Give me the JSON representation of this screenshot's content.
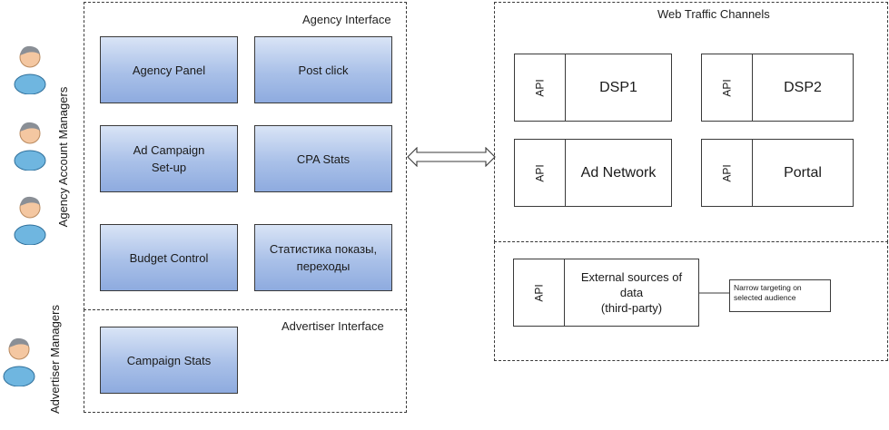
{
  "roles": {
    "agency_account_managers": "Agency Account Managers",
    "advertiser_managers": "Advertiser Managers"
  },
  "agency_interface": {
    "title": "Agency Interface",
    "modules": [
      {
        "label": "Agency Panel"
      },
      {
        "label": "Post click"
      },
      {
        "label": "Ad Campaign\nSet-up"
      },
      {
        "label": "CPA Stats"
      },
      {
        "label": "Budget Control"
      },
      {
        "label": "Статистика показы,\nпереходы"
      }
    ]
  },
  "advertiser_interface": {
    "title": "Advertiser Interface",
    "modules": [
      {
        "label": "Campaign Stats"
      }
    ]
  },
  "web_traffic_channels": {
    "title": "Web Traffic Channels",
    "channels": [
      {
        "api": "API",
        "label": "DSP1"
      },
      {
        "api": "API",
        "label": "DSP2"
      },
      {
        "api": "API",
        "label": "Ad Network"
      },
      {
        "api": "API",
        "label": "Portal"
      }
    ]
  },
  "external_sources": {
    "api": "API",
    "label": "External sources of\ndata\n(third-party)",
    "note": "Narrow targeting on\nselected audience"
  },
  "colors": {
    "module_fill_top": "#d9e4f6",
    "module_fill_bottom": "#8eabdf",
    "person_head": "#f4c7a1",
    "person_body": "#6fb6e0",
    "outline": "#3a3a3a"
  }
}
